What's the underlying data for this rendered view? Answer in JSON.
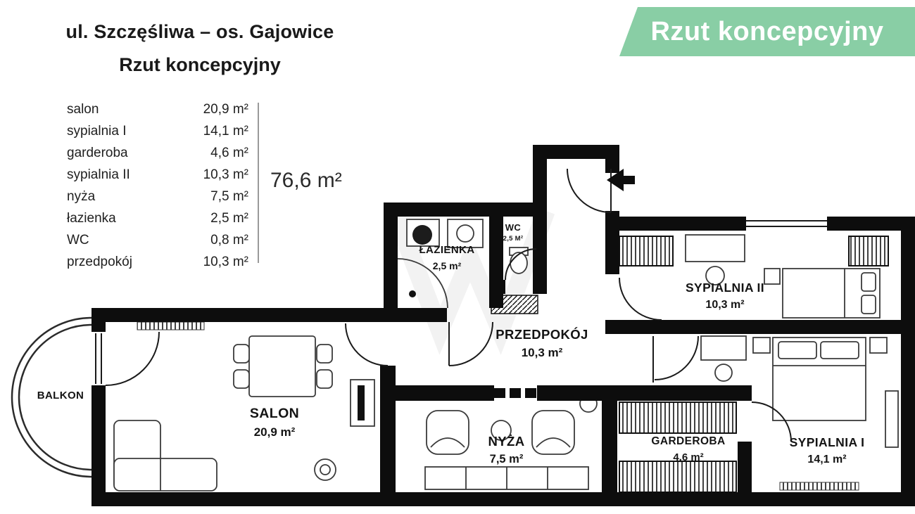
{
  "header": {
    "title_line1": "ul. Szczęśliwa – os. Gajowice",
    "title_line2": "Rzut koncepcyjny"
  },
  "banner": {
    "label": "Rzut koncepcyjny",
    "bg_color": "#89cea5",
    "text_color": "#ffffff"
  },
  "legend": {
    "items": [
      {
        "name": "salon",
        "area": "20,9 m²"
      },
      {
        "name": "sypialnia I",
        "area": "14,1 m²"
      },
      {
        "name": "garderoba",
        "area": "4,6 m²"
      },
      {
        "name": "sypialnia II",
        "area": "10,3 m²"
      },
      {
        "name": "nyża",
        "area": "7,5 m²"
      },
      {
        "name": "łazienka",
        "area": "2,5 m²"
      },
      {
        "name": "WC",
        "area": "0,8 m²"
      },
      {
        "name": "przedpokój",
        "area": "10,3 m²"
      }
    ],
    "total": "76,6 m²"
  },
  "floorplan": {
    "rooms": [
      {
        "name": "ŁAZIENKA",
        "area": "2,5 m²"
      },
      {
        "name": "WC",
        "area": "2,5 m²"
      },
      {
        "name": "SYPIALNIA II",
        "area": "10,3 m²"
      },
      {
        "name": "PRZEDPOKÓJ",
        "area": "10,3 m²"
      },
      {
        "name": "SALON",
        "area": "20,9 m²"
      },
      {
        "name": "NYŻA",
        "area": "7,5 m²"
      },
      {
        "name": "GARDEROBA",
        "area": "4,6 m²"
      },
      {
        "name": "SYPIALNIA I",
        "area": "14,1 m²"
      },
      {
        "name": "BALKON",
        "area": ""
      }
    ]
  }
}
